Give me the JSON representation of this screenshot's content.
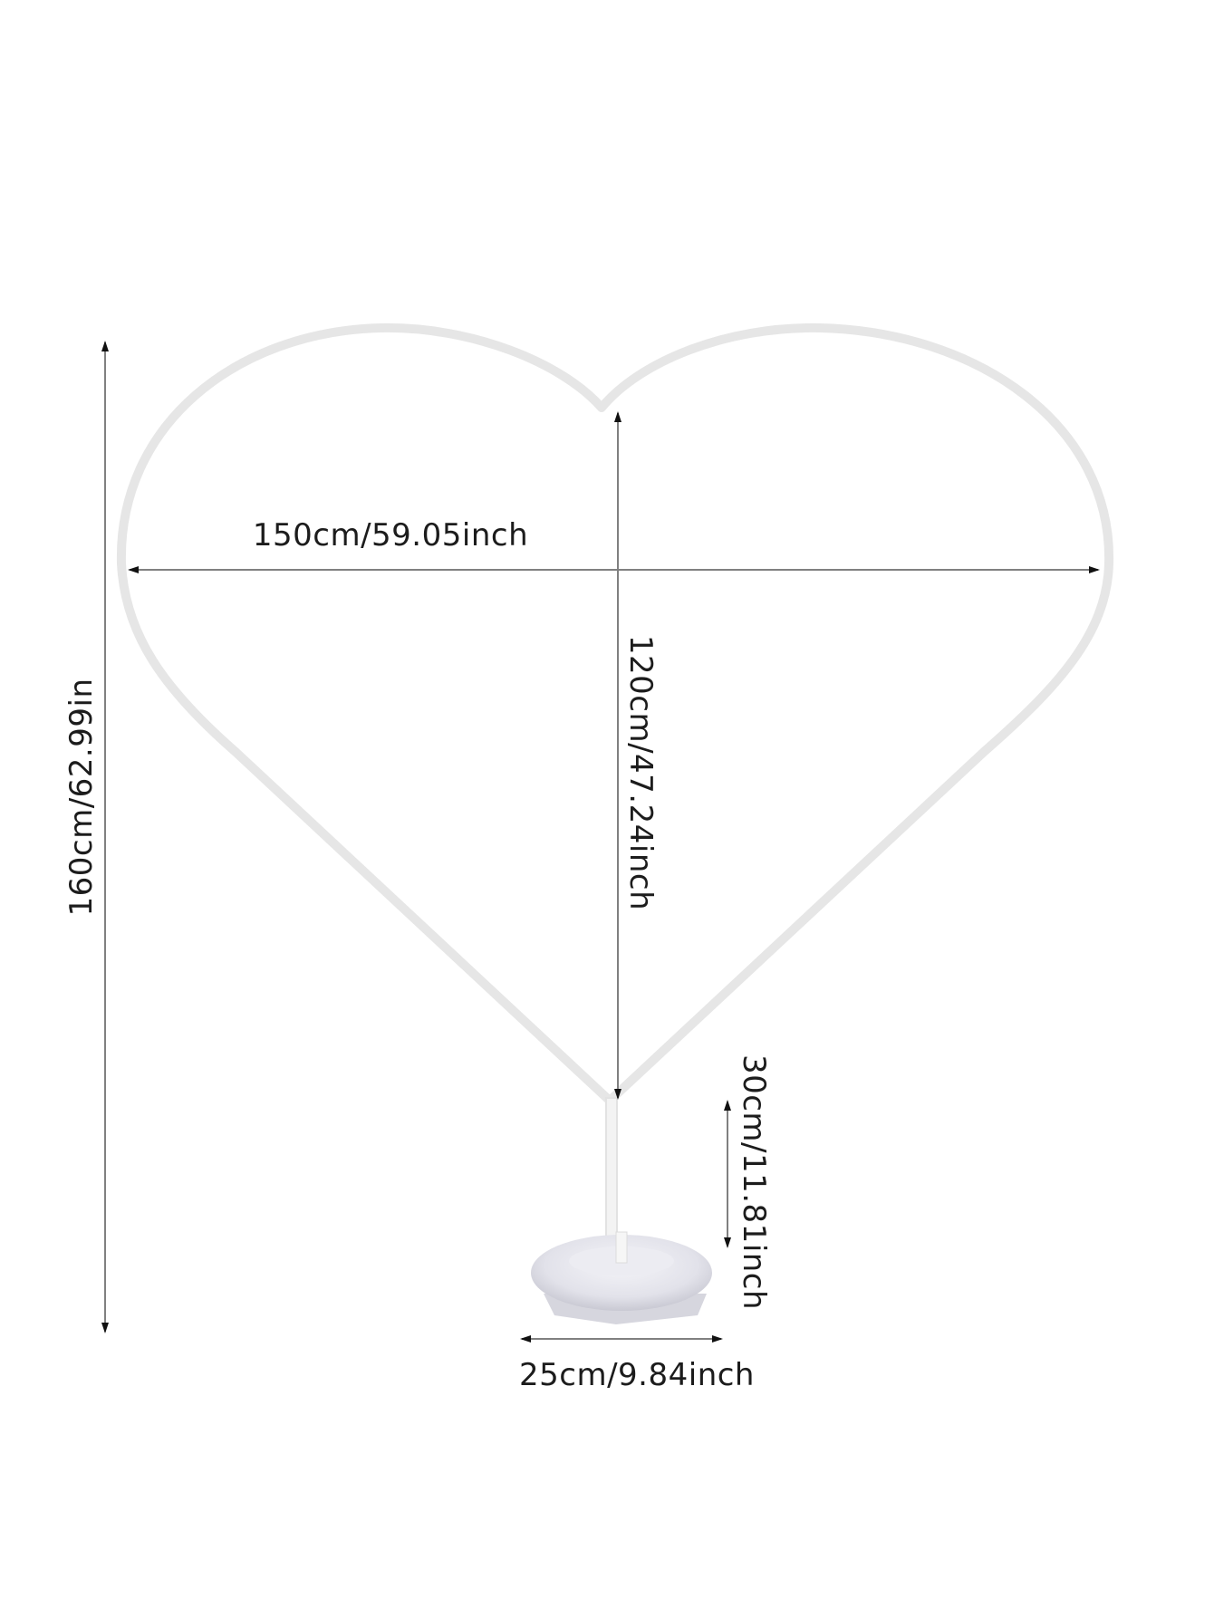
{
  "diagram": {
    "subject": "Heart-shaped balloon arch frame with inflatable base",
    "colors": {
      "background": "#ffffff",
      "frame": "#e6e6e6",
      "dimension_line": "#808080",
      "arrow_head": "#111111",
      "text": "#1c1c1c",
      "base_fill": "#e9e9ef",
      "base_shadow": "#c9c9d3"
    },
    "dimensions": {
      "total_height": {
        "label": "160cm/62.99in",
        "orientation": "vertical-left"
      },
      "heart_width": {
        "label": "150cm/59.05inch",
        "orientation": "horizontal"
      },
      "heart_height": {
        "label": "120cm/47.24inch",
        "orientation": "vertical-center"
      },
      "pole_height": {
        "label": "30cm/11.81inch",
        "orientation": "vertical-right"
      },
      "base_width": {
        "label": "25cm/9.84inch",
        "orientation": "horizontal-bottom"
      }
    }
  }
}
